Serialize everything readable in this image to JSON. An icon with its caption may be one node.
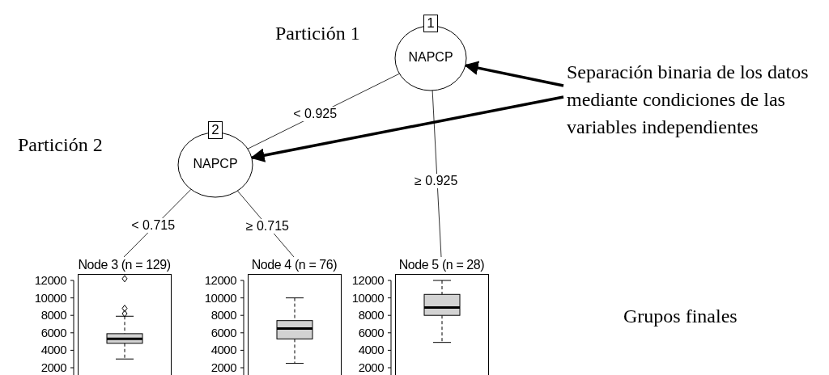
{
  "diagram": {
    "nodes": [
      {
        "text": [
          "1",
          "NAPCP"
        ],
        "beside": [
          "Partición 1"
        ]
      },
      {
        "text": [
          "2",
          "NAPCP"
        ],
        "beside": [
          "Partición 2"
        ]
      },
      {
        "text": [
          "Node 3 (n = 129)"
        ]
      },
      {
        "text": [
          "Node 4 (n = 76)"
        ]
      },
      {
        "text": [
          "Node 5 (n = 28)"
        ]
      },
      {
        "text": [
          "Separación binaria de los datos mediante condiciones de las variables independientes"
        ]
      }
    ],
    "edges": [
      {
        "from": 0,
        "to": 1,
        "arrow": "none",
        "label": "< 0.925"
      },
      {
        "from": 0,
        "to": 4,
        "arrow": "none",
        "label": "≥ 0.925"
      },
      {
        "from": 1,
        "to": 2,
        "arrow": "none",
        "label": "< 0.715"
      },
      {
        "from": 1,
        "to": 3,
        "arrow": "none",
        "label": "≥ 0.715"
      },
      {
        "from": 5,
        "to": 0,
        "arrow": "to",
        "style": "thick",
        "color": "#000000"
      },
      {
        "from": 5,
        "to": 1,
        "arrow": "to",
        "style": "thick",
        "color": "#000000"
      }
    ],
    "labels": [
      "12000",
      "10000",
      "8000",
      "6000",
      "4000",
      "2000",
      "12000",
      "10000",
      "8000",
      "6000",
      "4000",
      "2000",
      "12000",
      "10000",
      "8000",
      "6000",
      "4000",
      "2000",
      "Grupos finales"
    ]
  }
}
